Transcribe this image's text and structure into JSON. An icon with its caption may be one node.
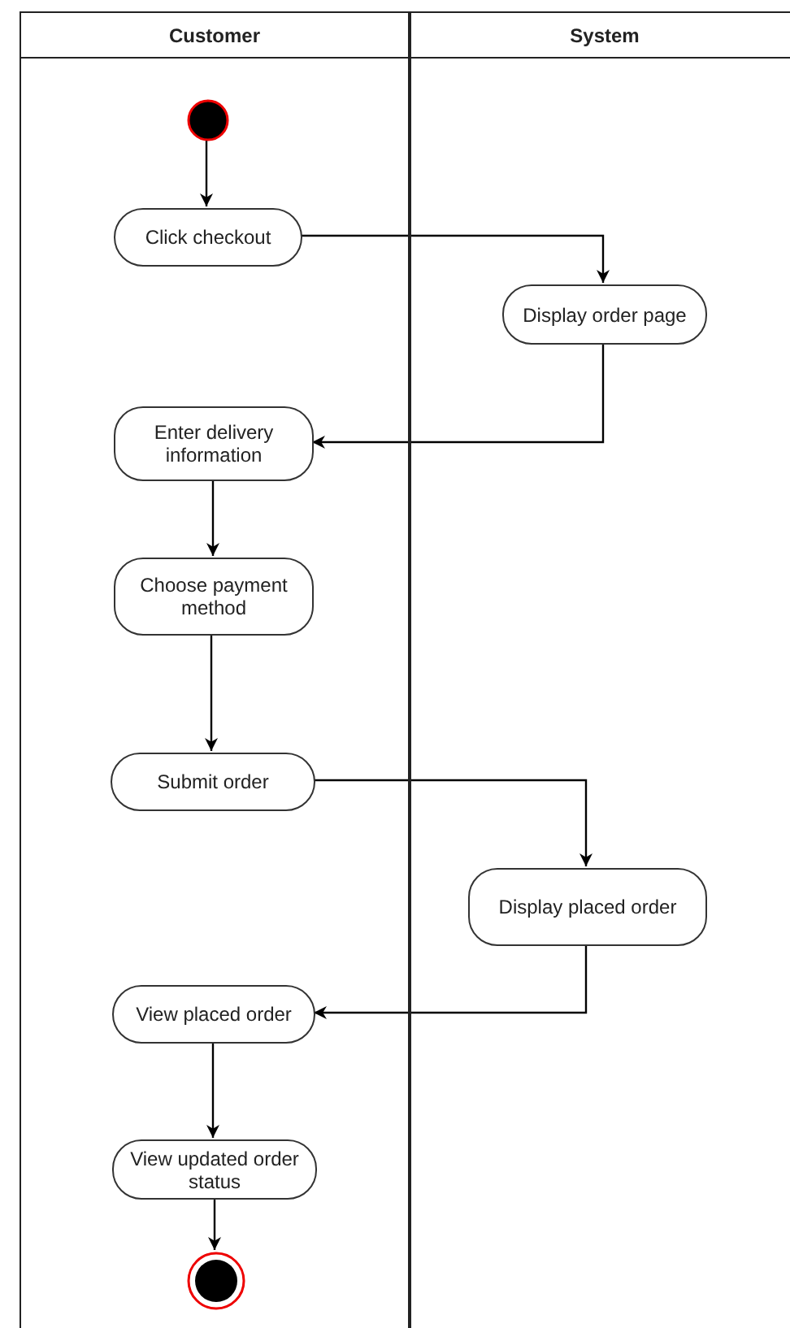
{
  "diagram": {
    "nodes": [
      {
        "text": [
          "Customer"
        ]
      },
      {
        "text": [
          "System"
        ]
      },
      {
        "text": [],
        "shape": "circle",
        "in": 0
      },
      {
        "text": [
          "Click checkout"
        ],
        "in": 0
      },
      {
        "text": [
          "Display order page"
        ],
        "in": 1
      },
      {
        "text": [
          "Enter delivery information"
        ],
        "in": 0
      },
      {
        "text": [
          "Choose payment method"
        ],
        "in": 0
      },
      {
        "text": [
          "Submit order"
        ],
        "in": 0
      },
      {
        "text": [
          "Display placed order"
        ],
        "in": 1
      },
      {
        "text": [
          "View placed order"
        ],
        "in": 0
      },
      {
        "text": [
          "View updated order status"
        ],
        "in": 0
      },
      {
        "text": [],
        "shape": "circle",
        "in": 0
      }
    ],
    "edges": [
      {
        "from": 2,
        "to": 3,
        "arrow": "to"
      },
      {
        "from": 3,
        "to": 4,
        "arrow": "to"
      },
      {
        "from": 4,
        "to": 5,
        "arrow": "to"
      },
      {
        "from": 5,
        "to": 6,
        "arrow": "to"
      },
      {
        "from": 6,
        "to": 7,
        "arrow": "to"
      },
      {
        "from": 7,
        "to": 8,
        "arrow": "to"
      },
      {
        "from": 8,
        "to": 9,
        "arrow": "to"
      },
      {
        "from": 9,
        "to": 10,
        "arrow": "to"
      },
      {
        "from": 10,
        "to": 11,
        "arrow": "to"
      }
    ]
  }
}
